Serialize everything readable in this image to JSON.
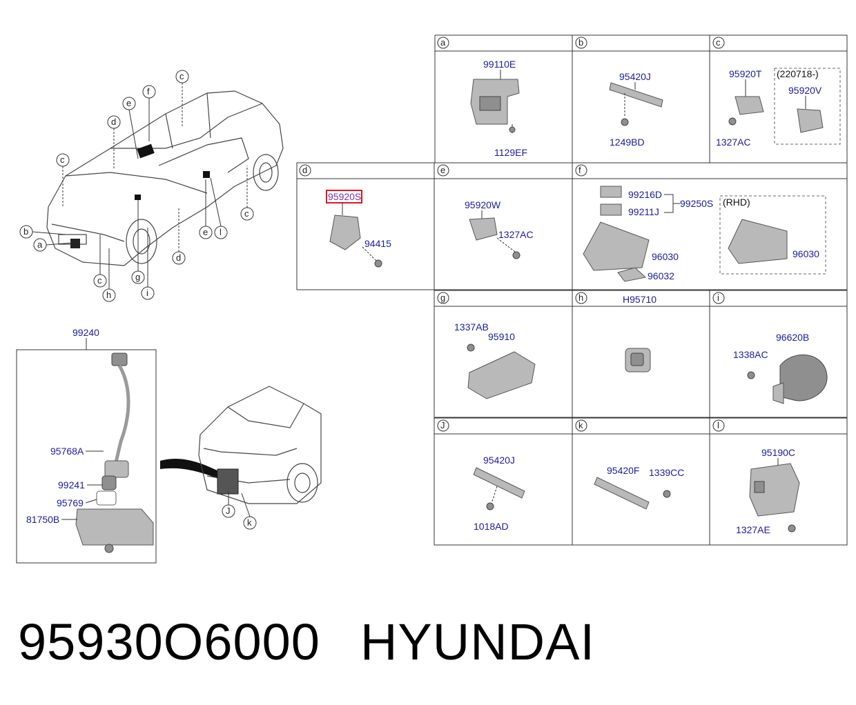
{
  "footer": {
    "part_number": "95930O6000",
    "brand": "HYUNDAI"
  },
  "overview": {
    "callouts": [
      "a",
      "b",
      "c",
      "c",
      "c",
      "d",
      "d",
      "e",
      "e",
      "f",
      "g",
      "h",
      "i",
      "l"
    ]
  },
  "bracket": {
    "top_label": "99240",
    "parts": [
      "95768A",
      "99241",
      "95769",
      "81750B"
    ]
  },
  "rear_view": {
    "callouts": [
      "J",
      "k"
    ]
  },
  "cells": {
    "a": {
      "letter": "a",
      "parts": [
        "99110E",
        "1129EF"
      ]
    },
    "b": {
      "letter": "b",
      "parts": [
        "95420J",
        "1249BD"
      ]
    },
    "c": {
      "letter": "c",
      "parts": [
        "95920T",
        "1327AC",
        "95920V"
      ],
      "note": "(220718-)"
    },
    "d": {
      "letter": "d",
      "parts": [
        "95920S",
        "94415"
      ],
      "highlight": "95920S"
    },
    "e": {
      "letter": "e",
      "parts": [
        "95920W",
        "1327AC"
      ]
    },
    "f": {
      "letter": "f",
      "parts": [
        "99216D",
        "99211J",
        "99250S",
        "96030",
        "96032",
        "96030"
      ],
      "note": "(RHD)"
    },
    "g": {
      "letter": "g",
      "parts": [
        "1337AB",
        "95910"
      ]
    },
    "h": {
      "letter": "h",
      "header_part": "H95710"
    },
    "i": {
      "letter": "i",
      "parts": [
        "96620B",
        "1338AC"
      ]
    },
    "j": {
      "letter": "J",
      "parts": [
        "95420J",
        "1018AD"
      ]
    },
    "k": {
      "letter": "k",
      "parts": [
        "95420F",
        "1339CC"
      ]
    },
    "l": {
      "letter": "l",
      "parts": [
        "95190C",
        "1327AE"
      ]
    }
  },
  "colors": {
    "part_number_text": "#1a1aa6",
    "highlight_box": "#e0141e"
  }
}
